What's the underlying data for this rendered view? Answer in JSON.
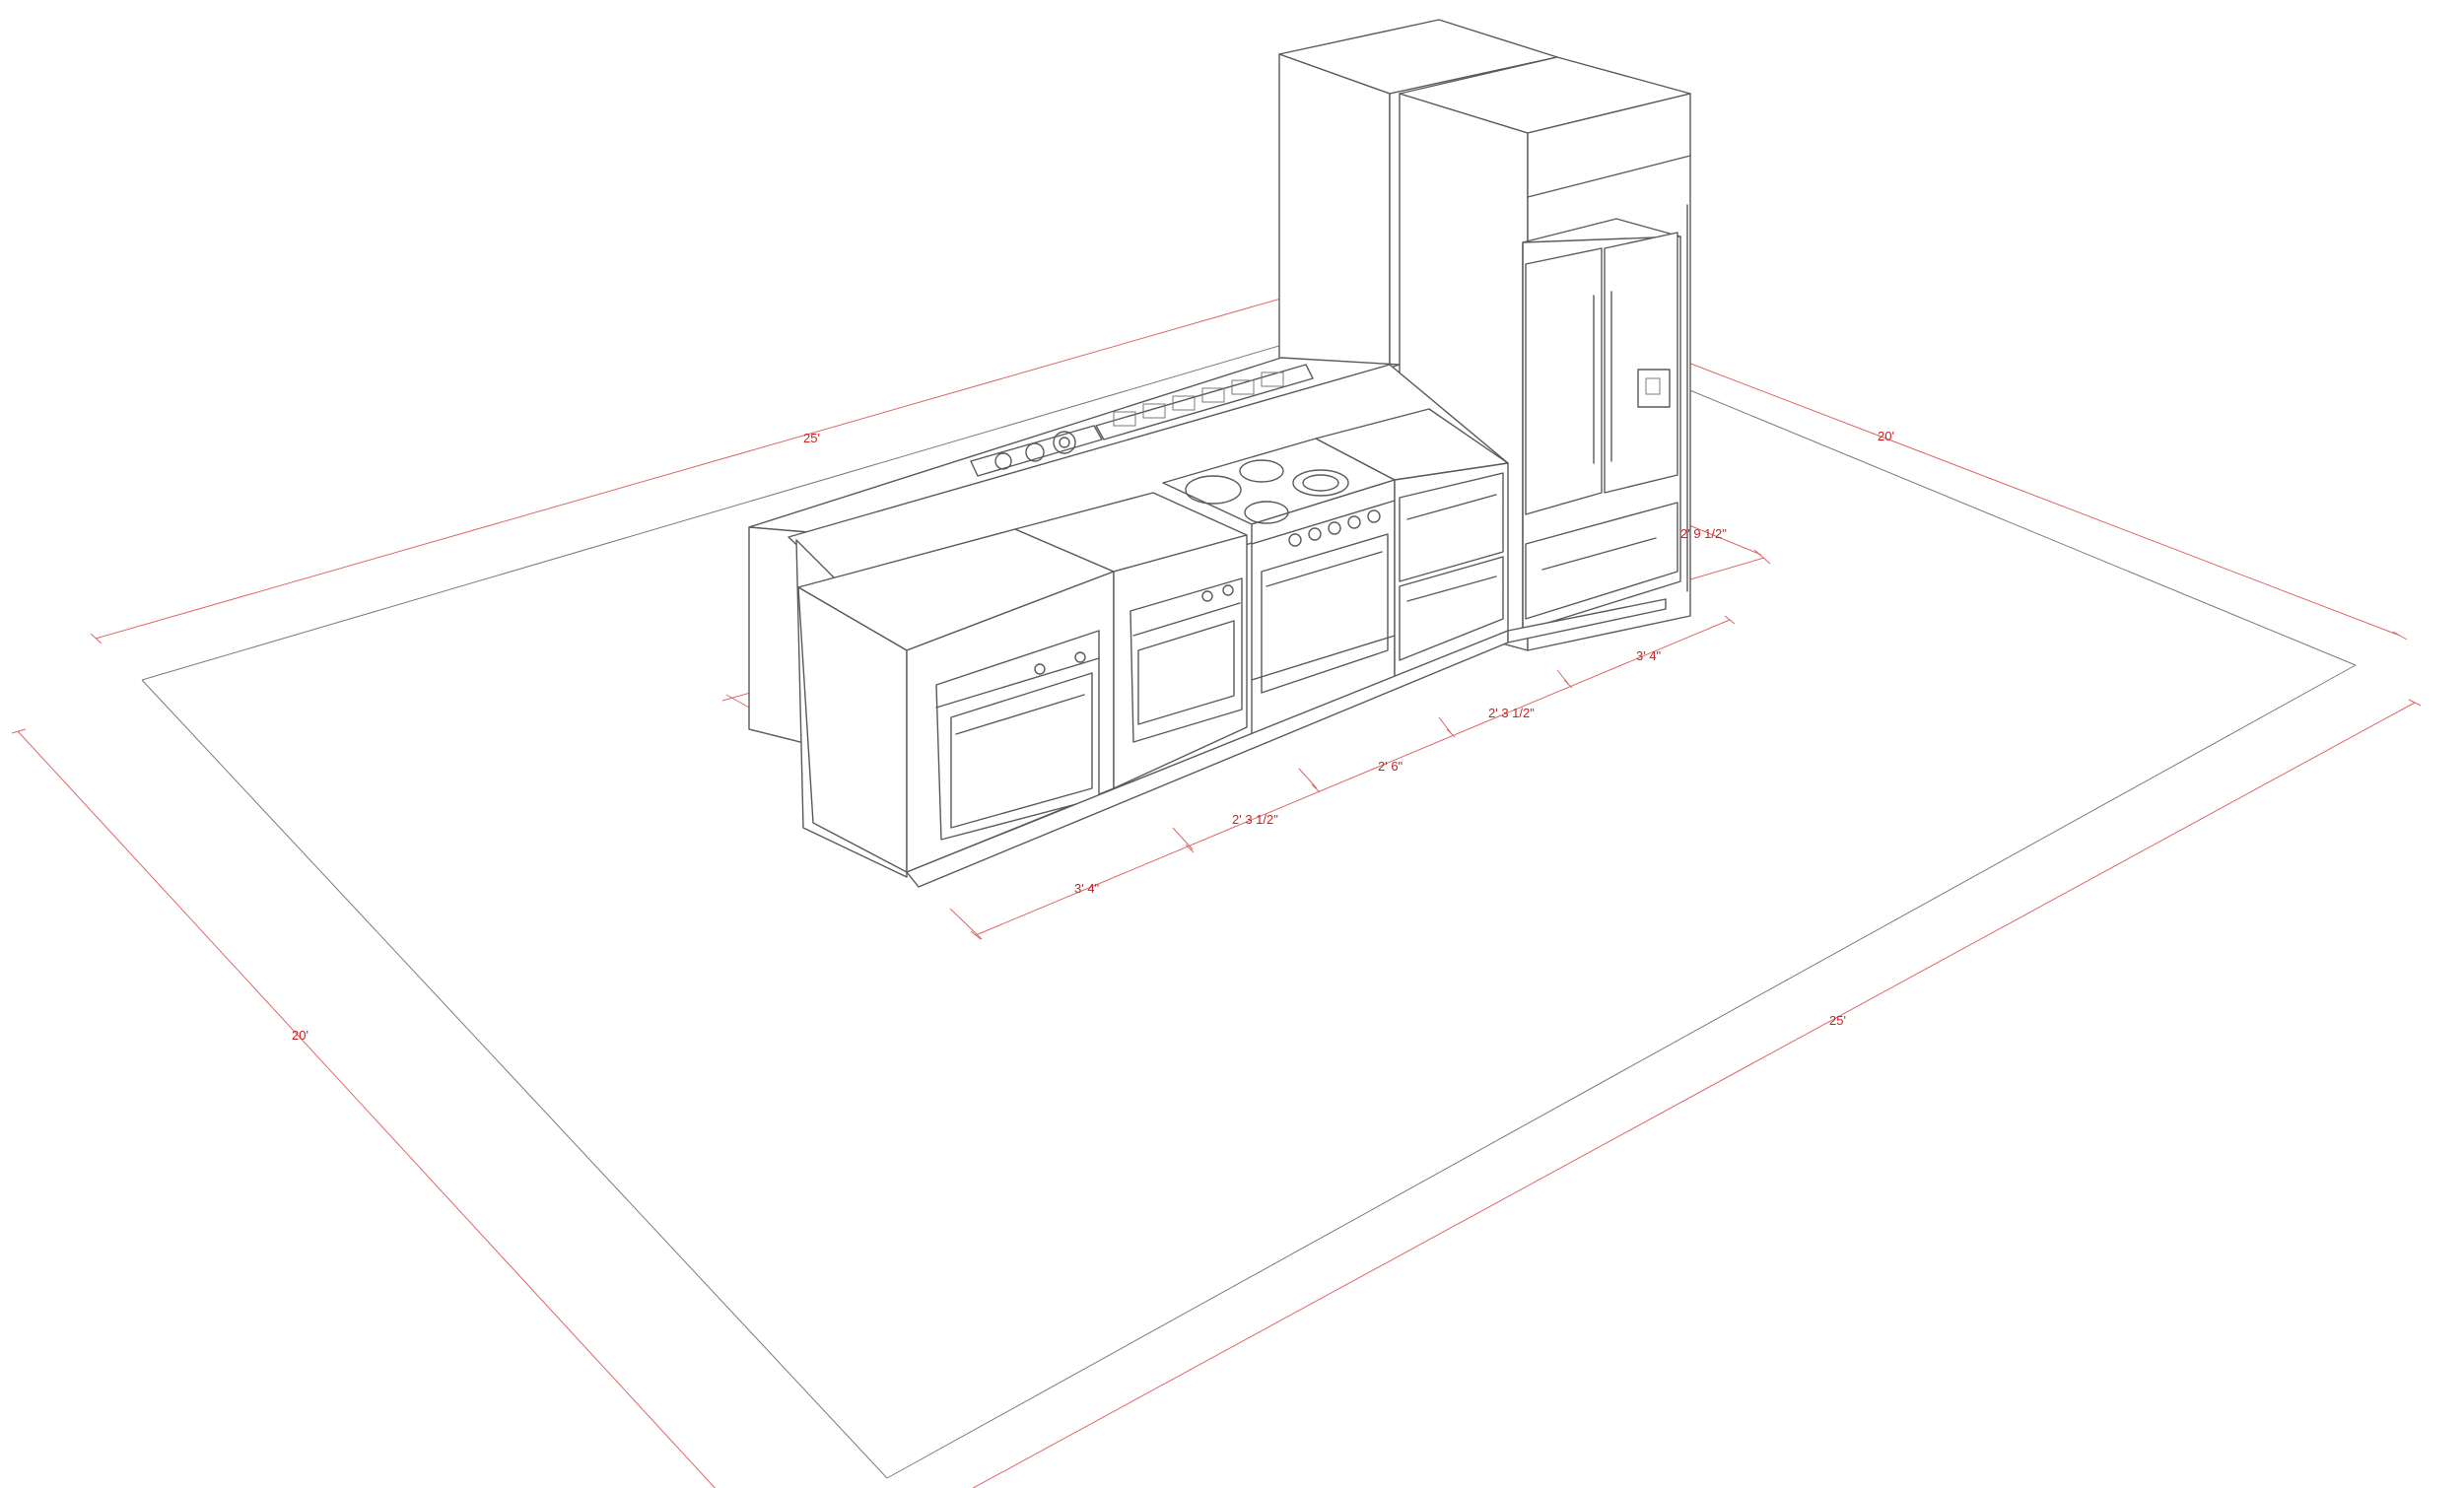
{
  "colors": {
    "linework": "#5a5a5a",
    "dimension": "#e06565",
    "dimension_text": "#d21f1f",
    "background": "#ffffff"
  },
  "dimensions": {
    "room_back_length": "25'",
    "room_front_length": "25'",
    "room_left_depth": "20'",
    "room_right_depth": "20'",
    "wall_oven_width": "3' 4\"",
    "compact_oven_width": "2' 3 1/2\"",
    "range_width": "2' 6\"",
    "drawer_width": "2' 3 1/2\"",
    "fridge_width": "3' 4\"",
    "fridge_depth": "2' 9 1/2\""
  }
}
